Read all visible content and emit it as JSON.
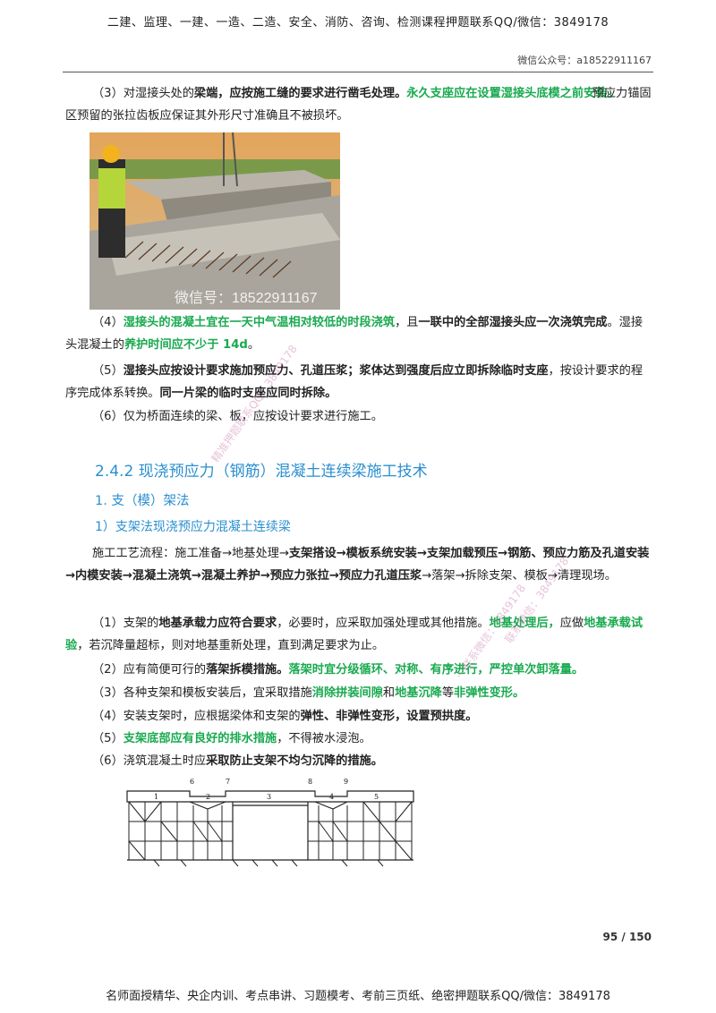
{
  "header": {
    "banner": "二建、监理、一建、一造、二造、安全、消防、咨询、检测课程押题联系QQ/微信：3849178",
    "wechat": "微信公众号：a18522911167"
  },
  "p3": {
    "pre": "（3）对湿接头处的",
    "b1": "梁端，应按施工缝的要求进行凿毛处理。",
    "g1": "永久支座应在设置湿接头底模之前安装。",
    "post": "预应力锚固区预留的张拉齿板应保证其外形尺寸准确且不被损坏。"
  },
  "photo": {
    "watermark": "微信号：18522911167"
  },
  "p4": {
    "pre": "（4）",
    "g1": "湿接头的混凝土宜在一天中气温相对较低的时段浇筑",
    "mid": "，且",
    "b1": "一联中的全部湿接头应一次浇筑完成",
    "mid2": "。湿接头混凝土的",
    "g2": "养护时间应不少于 14d",
    "end": "。"
  },
  "p5": {
    "pre": "（5）",
    "b1": "湿接头应按设计要求施加预应力、孔道压浆；浆体达到强度后应立即拆除临时支座",
    "mid": "，按设计要求的程序完成体系转换。",
    "b2": "同一片梁的临时支座应同时拆除。"
  },
  "p6": {
    "text": "（6）仅为桥面连续的梁、板，应按设计要求进行施工。"
  },
  "section": {
    "h2": "2.4.2  现浇预应力（钢筋）混凝土连续梁施工技术",
    "h3": "1. 支（模）架法",
    "h4": "1）支架法现浇预应力混凝土连续梁"
  },
  "flow": {
    "pre": "施工工艺流程：施工准备→地基处理→",
    "b1": "支架搭设→模板系统安装→支架加载预压→钢筋、预应力筋及孔道安装→内模安装→混凝土浇筑→混凝土养护→预应力张拉→预应力孔道压浆",
    "post": "→落架→拆除支架、模板→清理现场。"
  },
  "q1": {
    "pre": "（1）支架的",
    "b1": "地基承载力应符合要求",
    "mid": "，必要时，应采取加强处理或其他措施。",
    "g1": "地基处理后，",
    "mid2": "应做",
    "g2": "地基承载试验",
    "post": "，若沉降量超标，则对地基重新处理，直到满足要求为止。"
  },
  "q2": {
    "pre": "（2）应有简便可行的",
    "b1": "落架拆模措施。",
    "g1": "落架时宜分级循环、对称、有序进行，严控单次卸落量。"
  },
  "q3": {
    "pre": "（3）各种支架和模板安装后，宜采取措施",
    "g1": "消除拼装间隙",
    "mid": "和",
    "g2": "地基沉降",
    "mid2": "等",
    "g3": "非弹性变形。"
  },
  "q4": {
    "pre": "（4）安装支架时，应根据梁体和支架的",
    "b1": "弹性、非弹性变形，设置预拱度。"
  },
  "q5": {
    "pre": "（5）",
    "g1": "支架底部应有良好的排水措施",
    "post": "，不得被水浸泡。"
  },
  "q6": {
    "pre": "（6）浇筑混凝土时应",
    "b1": "采取防止支架不均匀沉降的措施。"
  },
  "diagram": {
    "labels": [
      "1",
      "2",
      "3",
      "4",
      "5",
      "6",
      "7",
      "8",
      "9"
    ]
  },
  "watermarks": [
    "精准押题联系QQ：3849178",
    "联系微信：3849178",
    "一联系微信：3849178"
  ],
  "page": {
    "number": "95 / 150"
  },
  "footer": {
    "text": "名师面授精华、央企内训、考点串讲、习题模考、考前三页纸、绝密押题联系QQ/微信：3849178"
  }
}
